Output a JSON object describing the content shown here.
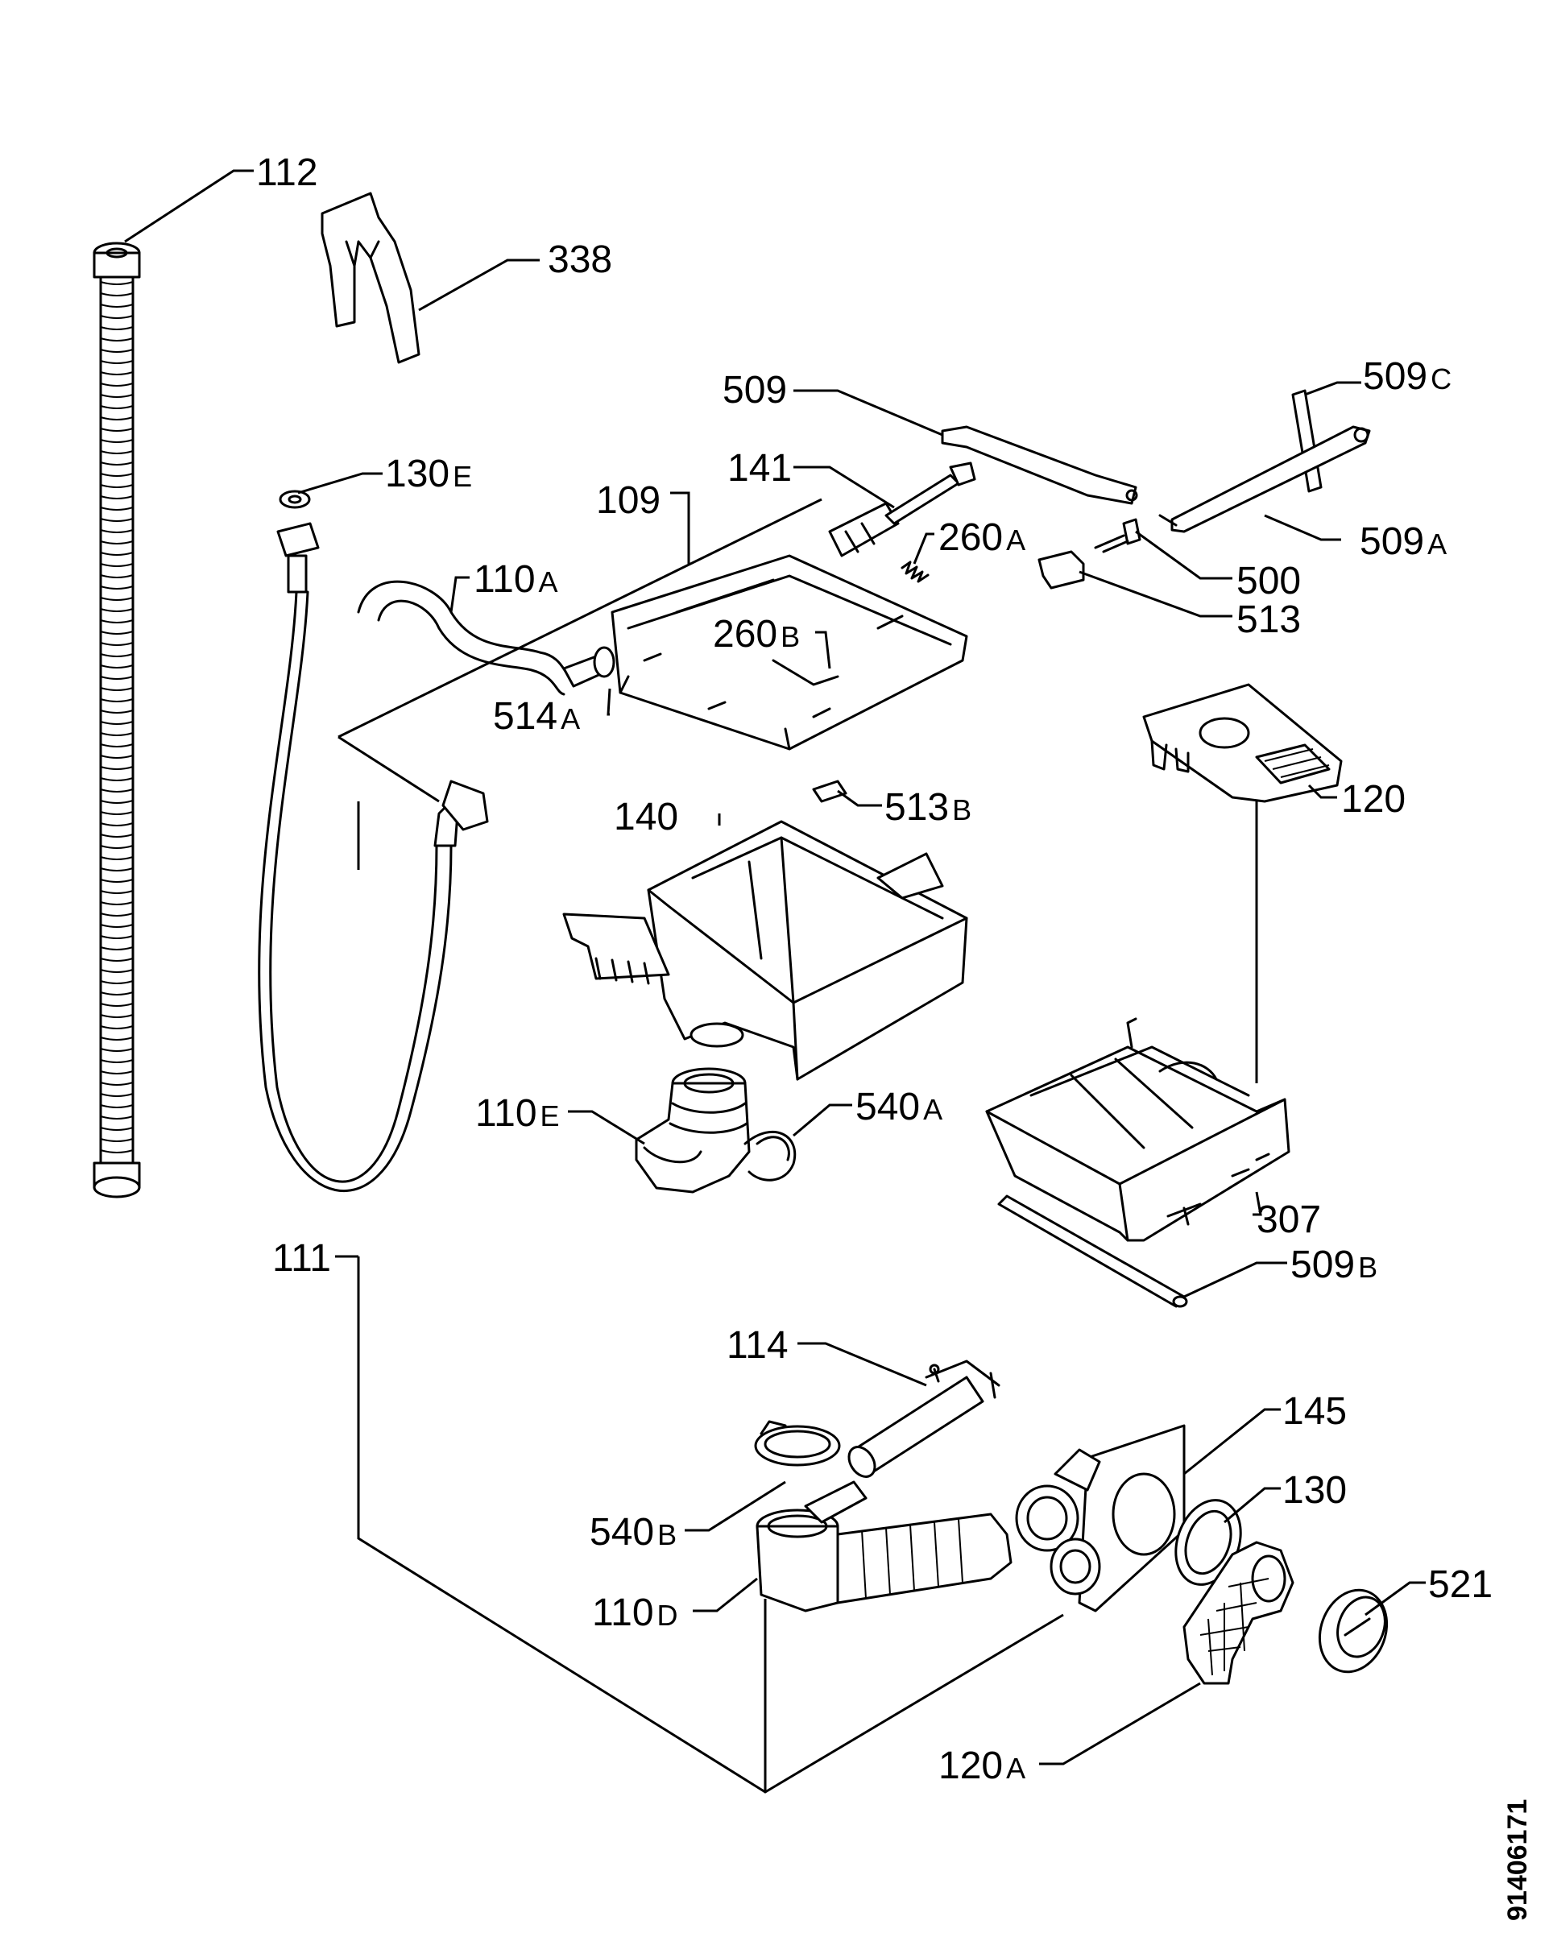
{
  "diagram": {
    "labels": {
      "l112": "112",
      "l338": "338",
      "l509": "509",
      "l509c": "509",
      "l509c_s": "C",
      "l130e": "130",
      "l130e_s": "E",
      "l141": "141",
      "l109": "109",
      "l260a": "260",
      "l260a_s": "A",
      "l509a": "509",
      "l509a_s": "A",
      "l110a": "110",
      "l110a_s": "A",
      "l500": "500",
      "l513": "513",
      "l260b": "260",
      "l260b_s": "B",
      "l514a": "514",
      "l514a_s": "A",
      "l120": "120",
      "l513b": "513",
      "l513b_s": "B",
      "l140": "140",
      "l110e": "110",
      "l110e_s": "E",
      "l540a": "540",
      "l540a_s": "A",
      "l307": "307",
      "l111": "111",
      "l509b": "509",
      "l509b_s": "B",
      "l114": "114",
      "l145": "145",
      "l130": "130",
      "l540b": "540",
      "l540b_s": "B",
      "l521": "521",
      "l110d": "110",
      "l110d_s": "D",
      "l120a": "120",
      "l120a_s": "A"
    },
    "document_id": "91406171"
  }
}
